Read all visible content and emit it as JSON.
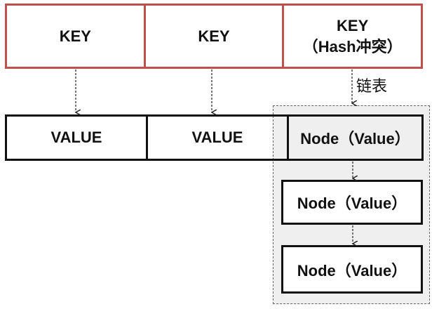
{
  "keys": [
    {
      "label": "KEY",
      "sub": ""
    },
    {
      "label": "KEY",
      "sub": ""
    },
    {
      "label": "KEY",
      "sub": "（Hash冲突）"
    }
  ],
  "values": [
    "VALUE",
    "VALUE",
    "Node（Value）"
  ],
  "linked_list_label": "链表",
  "nodes": [
    "Node（Value）",
    "Node（Value）"
  ],
  "colors": {
    "key_border": "#c0504d",
    "value_border": "#111111",
    "list_background": "#efefef"
  }
}
